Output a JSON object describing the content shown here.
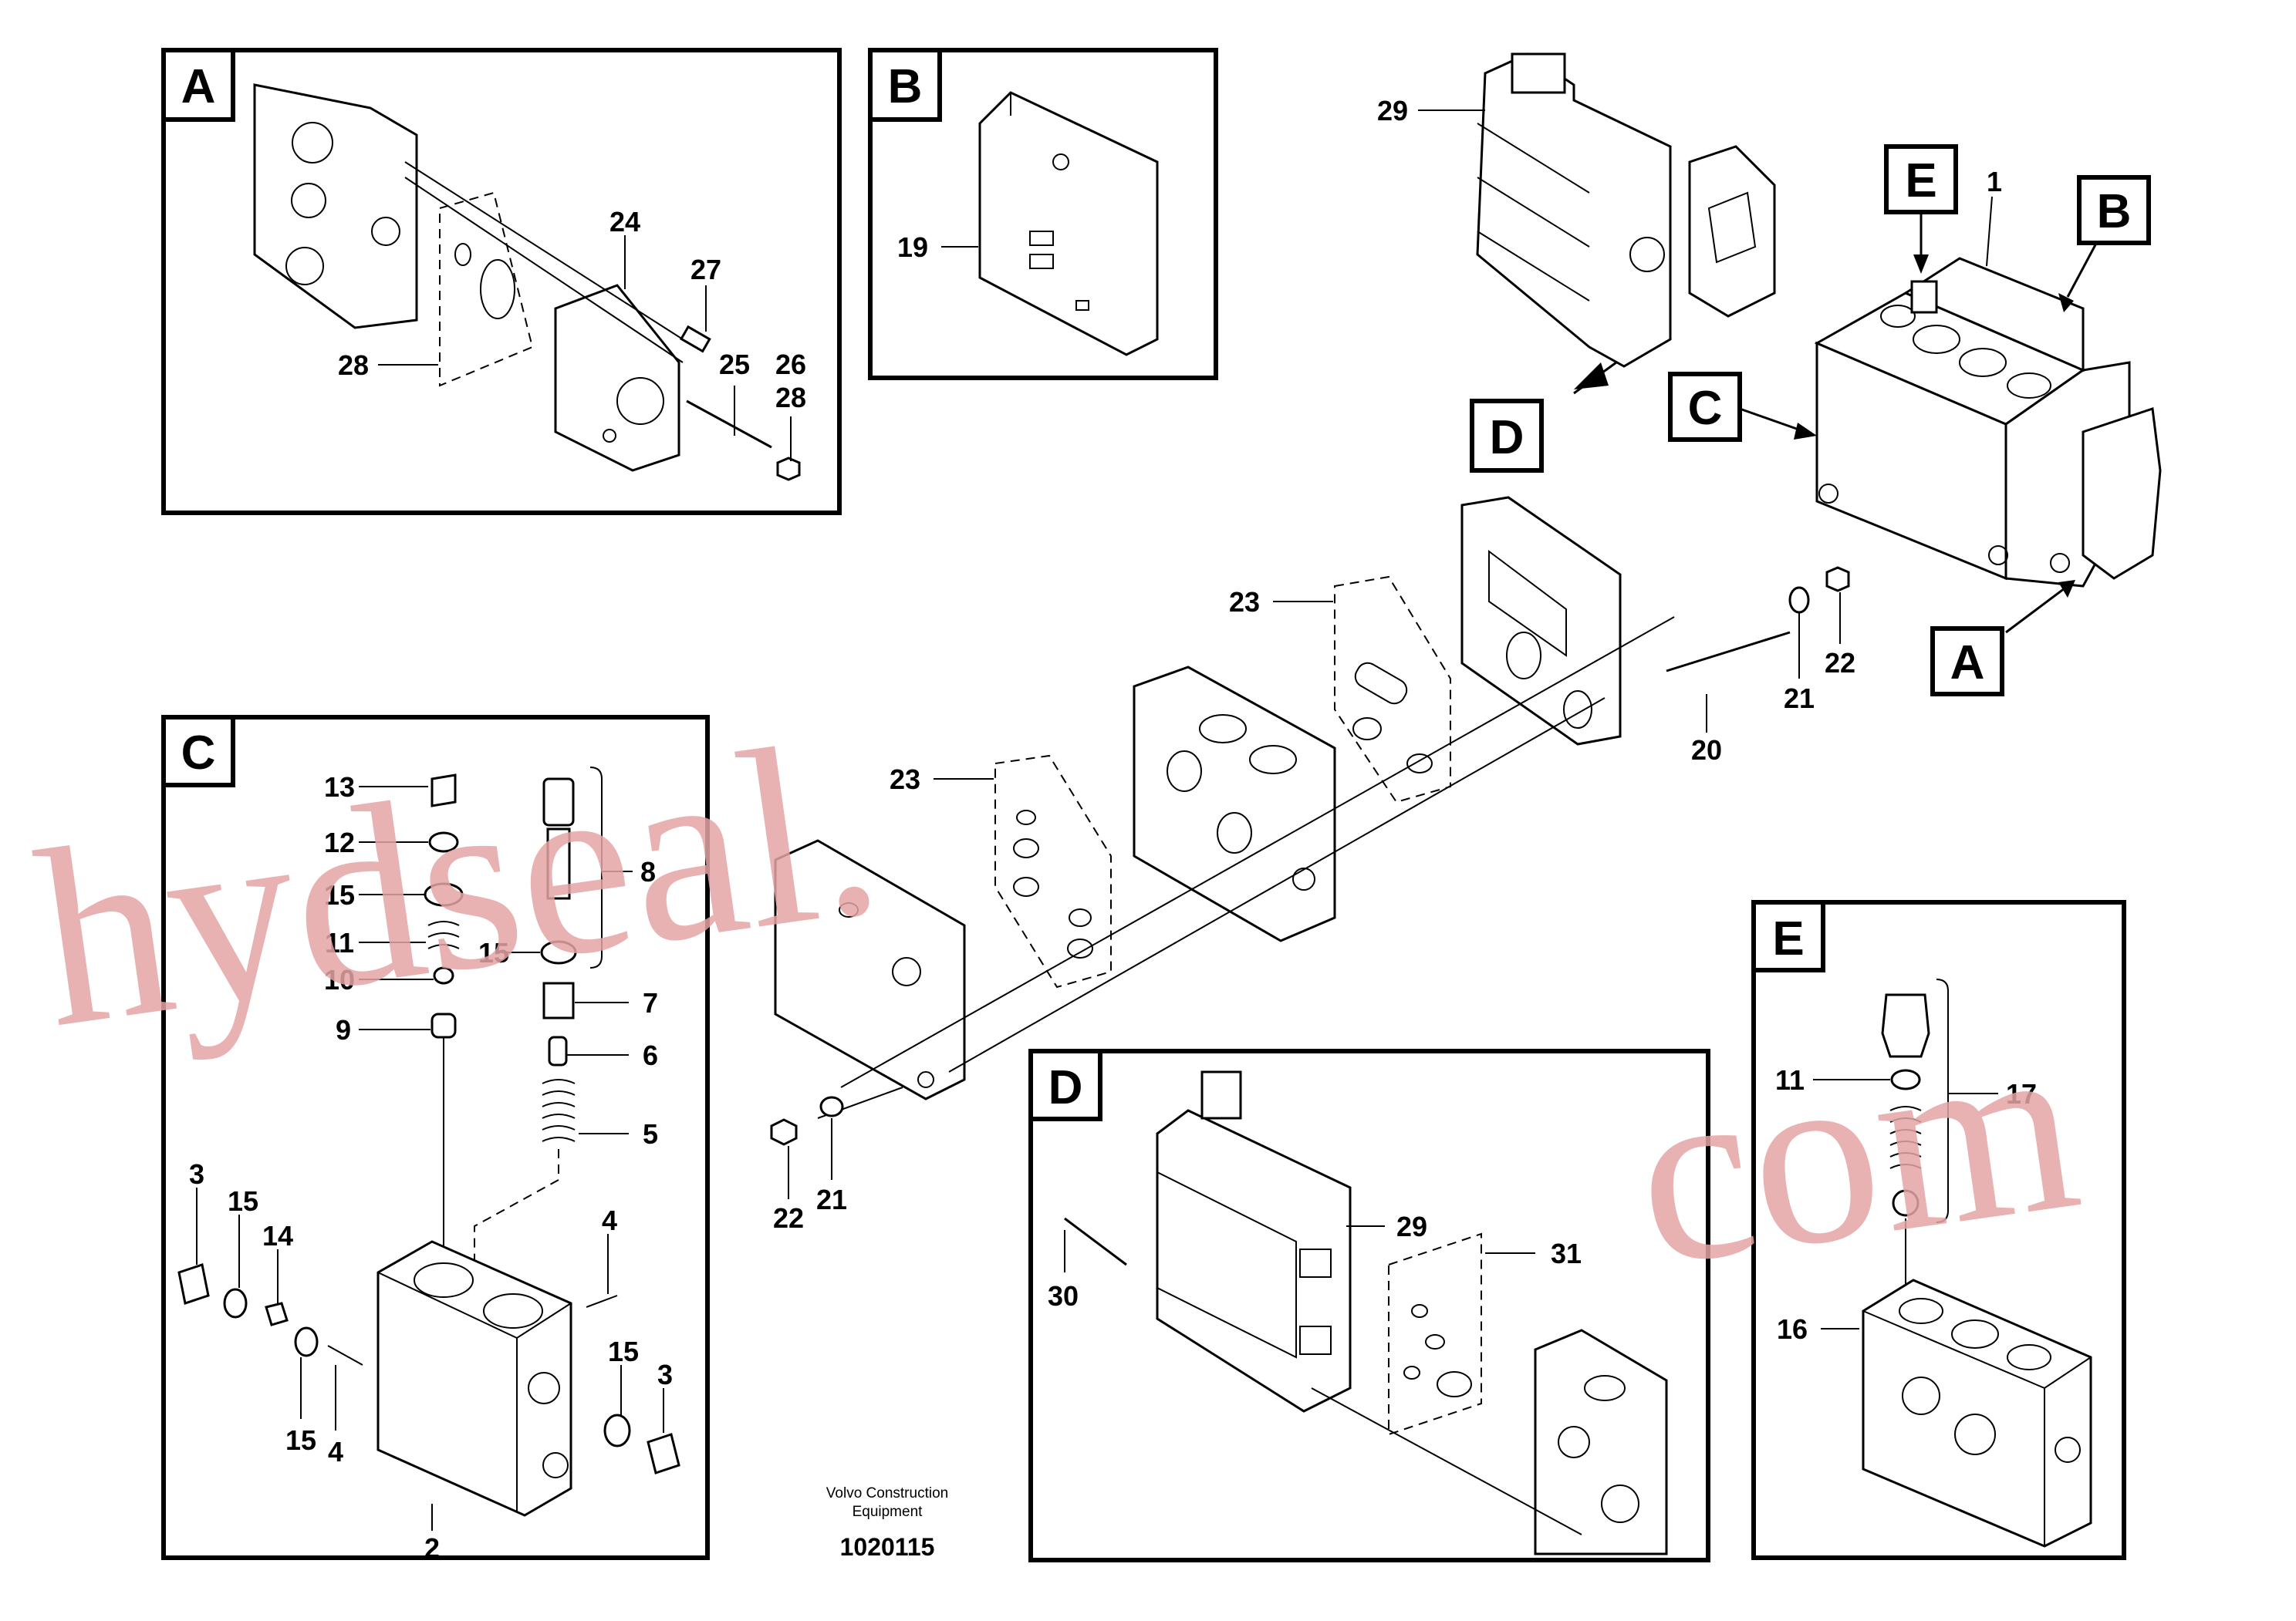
{
  "callout_letters": {
    "a": "A",
    "b": "B",
    "c": "C",
    "d": "D",
    "e": "E"
  },
  "part_labels": {
    "p1": "1",
    "p2": "2",
    "p3a": "3",
    "p3b": "3",
    "p4a": "4",
    "p4b": "4",
    "p5": "5",
    "p6": "6",
    "p7": "7",
    "p8": "8",
    "p9": "9",
    "p10": "10",
    "p11a": "11",
    "p11b": "11",
    "p12": "12",
    "p13": "13",
    "p14": "14",
    "p15a": "15",
    "p15b": "15",
    "p15c": "15",
    "p15d": "15",
    "p16": "16",
    "p17": "17",
    "p19": "19",
    "p20": "20",
    "p21a": "21",
    "p21b": "21",
    "p22a": "22",
    "p22b": "22",
    "p23a": "23",
    "p23b": "23",
    "p24": "24",
    "p25": "25",
    "p26": "26",
    "p27": "27",
    "p28a": "28",
    "p28b": "28",
    "p29a": "29",
    "p29b": "29",
    "p30": "30",
    "p31": "31"
  },
  "footer": {
    "company_line1": "Volvo Construction",
    "company_line2": "Equipment",
    "doc_number": "1020115"
  },
  "watermark": {
    "left": "hydseal.",
    "right": "com"
  },
  "colors": {
    "line": "#000000",
    "watermark": "#e6a5a5",
    "background": "#ffffff"
  }
}
